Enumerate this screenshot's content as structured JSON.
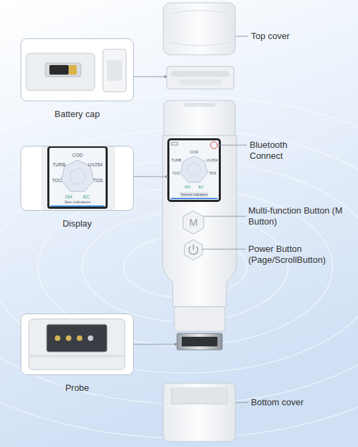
{
  "diagram": {
    "nodes": [
      {
        "text": [
          "Battery cap"
        ]
      },
      {
        "text": [
          "Display"
        ]
      },
      {
        "text": [
          "Probe"
        ]
      }
    ],
    "labels": [
      "Top cover",
      "Bluetooth Connect",
      "Multi-function Button (M Button)",
      "Power Button (Page/ScrollButton)",
      "Bottom cover",
      "M",
      "COD",
      "UV254",
      "TDS",
      "EC",
      "GH",
      "TOC",
      "TURB",
      "Normal indicators",
      "COD",
      "UV254",
      "TDS",
      "EC",
      "GH",
      "TOC",
      "TURB",
      "See indicators"
    ]
  }
}
